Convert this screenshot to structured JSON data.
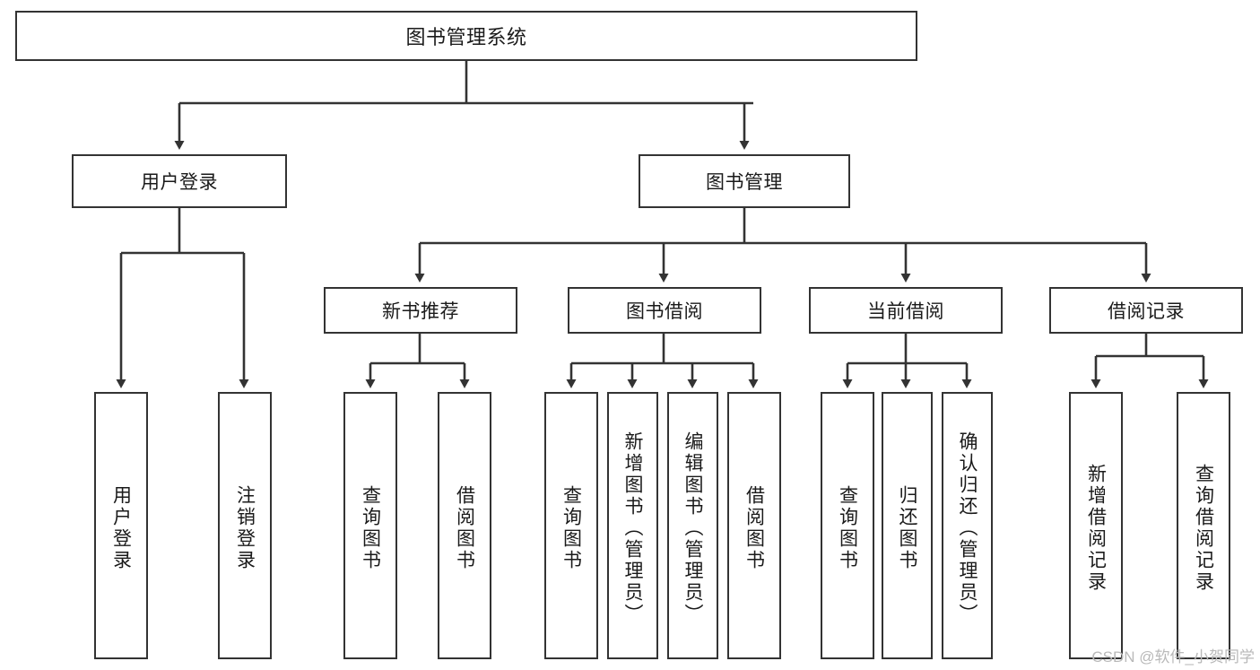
{
  "diagram": {
    "title": "图书管理系统",
    "type": "hierarchy-tree",
    "root": {
      "label": "图书管理系统"
    },
    "level1": [
      {
        "label": "用户登录"
      },
      {
        "label": "图书管理"
      }
    ],
    "level2": [
      {
        "label": "新书推荐"
      },
      {
        "label": "图书借阅"
      },
      {
        "label": "当前借阅"
      },
      {
        "label": "借阅记录"
      }
    ],
    "leaves": {
      "user_login": [
        {
          "label": "用户登录"
        },
        {
          "label": "注销登录"
        }
      ],
      "new_book_recommend": [
        {
          "label": "查询图书"
        },
        {
          "label": "借阅图书"
        }
      ],
      "book_borrow": [
        {
          "label": "查询图书"
        },
        {
          "label": "新增图书（管理员）"
        },
        {
          "label": "编辑图书（管理员）"
        },
        {
          "label": "借阅图书"
        }
      ],
      "current_borrow": [
        {
          "label": "查询图书"
        },
        {
          "label": "归还图书"
        },
        {
          "label": "确认归还（管理员）"
        }
      ],
      "borrow_record": [
        {
          "label": "新增借阅记录"
        },
        {
          "label": "查询借阅记录"
        }
      ]
    }
  },
  "watermark": {
    "text": "CSDN @软件_小贺同学"
  },
  "colors": {
    "stroke": "#333333",
    "background": "#ffffff",
    "text": "#1a1a1a",
    "watermark": "#b9b9b9"
  }
}
